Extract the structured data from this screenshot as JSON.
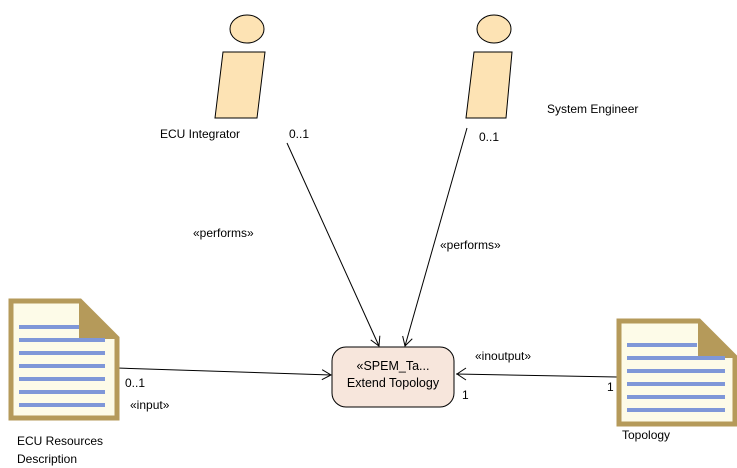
{
  "roles": {
    "ecu_integrator": {
      "name": "ECU Integrator",
      "multiplicity": "0..1",
      "relation": "«performs»"
    },
    "system_engineer": {
      "name": "System Engineer",
      "multiplicity": "0..1",
      "relation": "«performs»"
    }
  },
  "task": {
    "stereotype": "«SPEM_Ta...",
    "name": "Extend Topology"
  },
  "artifacts": {
    "ecu_resources": {
      "name_line1": "ECU Resources",
      "name_line2": "Description",
      "multiplicity": "0..1",
      "relation": "«input»"
    },
    "topology": {
      "name": "Topology",
      "multiplicity_task_end": "1",
      "multiplicity_artifact_end": "1",
      "relation": "«inoutput»"
    }
  },
  "colors": {
    "role_fill": "#fde3b4",
    "task_fill": "#f7e6dc",
    "doc_fill": "#fdfbe8",
    "doc_border": "#b59a5a",
    "doc_lines": "#7f97d8"
  }
}
